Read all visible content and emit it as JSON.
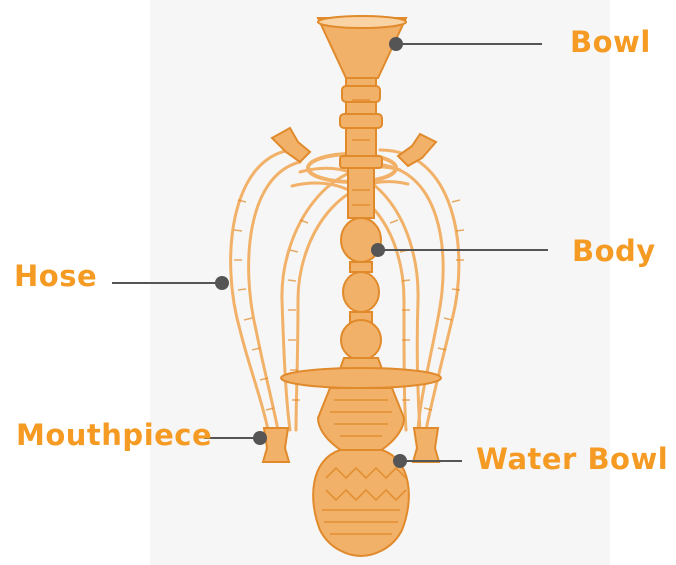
{
  "colors": {
    "label": "#f59a23",
    "illustration": "#f2b168",
    "illustration_dark": "#e08a2c",
    "leader": "#555555",
    "background_panel": "#f6f6f6"
  },
  "labels": {
    "bowl": "Bowl",
    "body": "Body",
    "hose": "Hose",
    "mouthpiece": "Mouthpiece",
    "water_bowl": "Water Bowl"
  }
}
